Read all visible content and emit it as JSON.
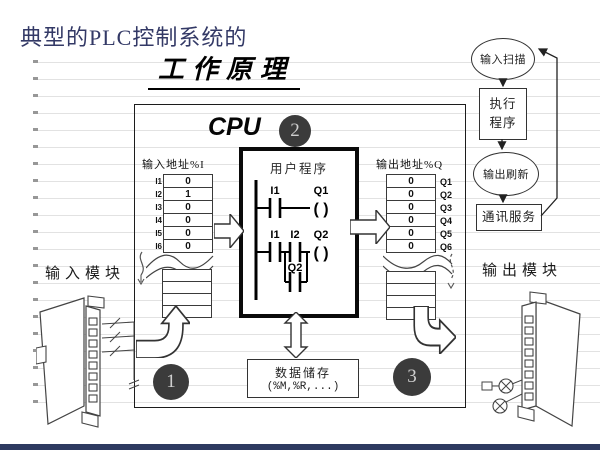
{
  "title": {
    "line1": "典型的PLC控制系统的",
    "line2": "工作原理"
  },
  "cpu": {
    "label": "CPU"
  },
  "badges": {
    "b1": "1",
    "b2": "2",
    "b3": "3"
  },
  "input_table": {
    "title": "输入地址%I",
    "rows": [
      {
        "l": "I1",
        "v": "0"
      },
      {
        "l": "I2",
        "v": "1"
      },
      {
        "l": "I3",
        "v": "0"
      },
      {
        "l": "I4",
        "v": "0"
      },
      {
        "l": "I5",
        "v": "0"
      },
      {
        "l": "I6",
        "v": "0"
      }
    ]
  },
  "output_table": {
    "title": "输出地址%Q",
    "rows": [
      {
        "l": "Q1",
        "v": "0"
      },
      {
        "l": "Q2",
        "v": "0"
      },
      {
        "l": "Q3",
        "v": "0"
      },
      {
        "l": "Q4",
        "v": "0"
      },
      {
        "l": "Q5",
        "v": "0"
      },
      {
        "l": "Q6",
        "v": "0"
      }
    ]
  },
  "program": {
    "title": "用户程序",
    "coil_glyph": "( )",
    "rung1_contact": "I1",
    "rung1_coil": "Q1",
    "rung2_contact1": "I1",
    "rung2_contact2": "I2",
    "rung2_coil": "Q2",
    "branch_contact": "Q2"
  },
  "data_store": {
    "line1": "数据储存",
    "line2": "(%M,%R,...)"
  },
  "modules": {
    "input": "输入模块",
    "output": "输出模块"
  },
  "scan_cycle": {
    "input_scan": "输入扫描",
    "execute_line1": "执行",
    "execute_line2": "程序",
    "output_refresh": "输出刷新",
    "comm_service": "通讯服务"
  },
  "colors": {
    "title": "#333966",
    "badge": "#3b3b3b",
    "bottom_bar": "#2d3a60"
  }
}
